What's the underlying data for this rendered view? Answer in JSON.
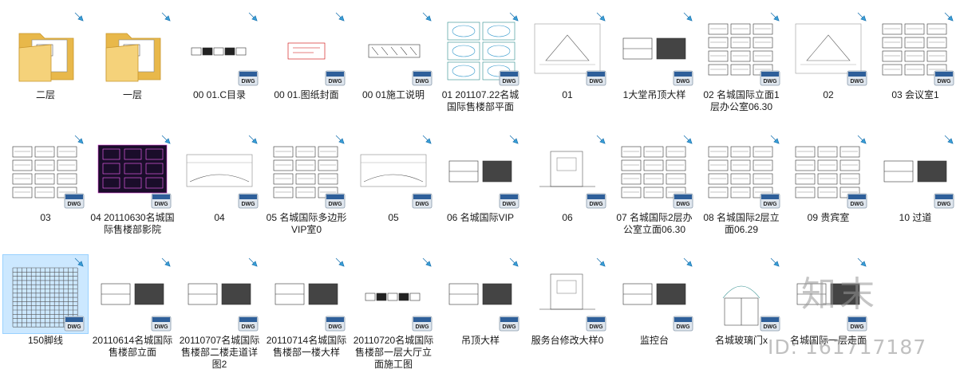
{
  "files": [
    {
      "label": "二层",
      "type": "folder"
    },
    {
      "label": "一层",
      "type": "folder"
    },
    {
      "label": "00  01.C目录",
      "type": "dwg",
      "thumb": "strip"
    },
    {
      "label": "00 01.图纸封面",
      "type": "dwg",
      "thumb": "cover"
    },
    {
      "label": "00 01施工说明",
      "type": "dwg",
      "thumb": "notes"
    },
    {
      "label": "01 201107.22名城国际售楼部平面",
      "type": "dwg",
      "thumb": "color-plan"
    },
    {
      "label": "01",
      "type": "dwg",
      "thumb": "plan"
    },
    {
      "label": "1大堂吊顶大样",
      "type": "dwg",
      "thumb": "elev-pair"
    },
    {
      "label": "02 名城国际立面1层办公室06.30",
      "type": "dwg",
      "thumb": "elev-grid"
    },
    {
      "label": "02",
      "type": "dwg",
      "thumb": "plan"
    },
    {
      "label": "03 会议室1",
      "type": "dwg",
      "thumb": "elev-grid"
    },
    {
      "label": "03",
      "type": "dwg",
      "thumb": "elev-grid"
    },
    {
      "label": "04 20110630名城国际售楼部影院",
      "type": "dwg",
      "thumb": "ceiling"
    },
    {
      "label": "04",
      "type": "dwg",
      "thumb": "section"
    },
    {
      "label": "05 名城国际多边形VIP室0",
      "type": "dwg",
      "thumb": "elev-grid"
    },
    {
      "label": "05",
      "type": "dwg",
      "thumb": "section"
    },
    {
      "label": "06 名城国际VIP",
      "type": "dwg",
      "thumb": "elev-pair"
    },
    {
      "label": "06",
      "type": "dwg",
      "thumb": "detail"
    },
    {
      "label": "07 名城国际2层办公室立面06.30",
      "type": "dwg",
      "thumb": "elev-grid"
    },
    {
      "label": "08 名城国际2层立面06.29",
      "type": "dwg",
      "thumb": "elev-grid"
    },
    {
      "label": "09 贵宾室",
      "type": "dwg",
      "thumb": "elev-grid"
    },
    {
      "label": "10 过道",
      "type": "dwg",
      "thumb": "elev-pair"
    },
    {
      "label": "150脚线",
      "type": "dwg",
      "thumb": "tiles"
    },
    {
      "label": "20110614名城国际售楼部立面",
      "type": "dwg",
      "thumb": "elev-pair"
    },
    {
      "label": "20110707名城国际售楼部二楼走道详图2",
      "type": "dwg",
      "thumb": "elev-pair"
    },
    {
      "label": "20110714名城国际售楼部一楼大样",
      "type": "dwg",
      "thumb": "elev-pair"
    },
    {
      "label": "20110720名城国际售楼部一层大厅立面施工图",
      "type": "dwg",
      "thumb": "strip"
    },
    {
      "label": "吊顶大样",
      "type": "dwg",
      "thumb": "elev-pair"
    },
    {
      "label": "服务台修改大样0",
      "type": "dwg",
      "thumb": "detail"
    },
    {
      "label": "监控台",
      "type": "dwg",
      "thumb": "elev-pair"
    },
    {
      "label": "名城玻璃门x",
      "type": "dwg",
      "thumb": "door"
    },
    {
      "label": "名城国际一层走面",
      "type": "dwg",
      "thumb": "elev-pair"
    }
  ],
  "watermark": {
    "logo": "知末",
    "id": "ID: 161717187"
  }
}
